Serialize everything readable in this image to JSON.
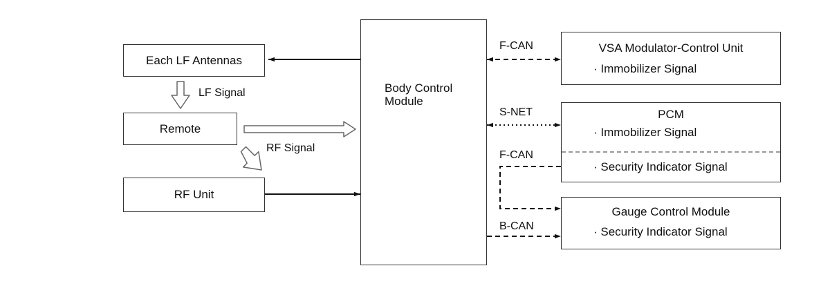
{
  "boxes": {
    "antennas": "Each LF Antennas",
    "remote": "Remote",
    "rf_unit": "RF Unit",
    "bcm": [
      "Body Control",
      "Module"
    ],
    "vsa": {
      "title": "VSA Modulator-Control Unit",
      "signal": "· Immobilizer Signal"
    },
    "pcm": {
      "title": "PCM",
      "signal1": "· Immobilizer Signal",
      "signal2": "· Security Indicator Signal"
    },
    "gauge": {
      "title": "Gauge Control Module",
      "signal": "· Security Indicator Signal"
    }
  },
  "signals": {
    "lf": "LF Signal",
    "rf": "RF Signal"
  },
  "buses": {
    "fcan_top": "F-CAN",
    "snet": "S-NET",
    "fcan_mid": "F-CAN",
    "bcan": "B-CAN"
  }
}
